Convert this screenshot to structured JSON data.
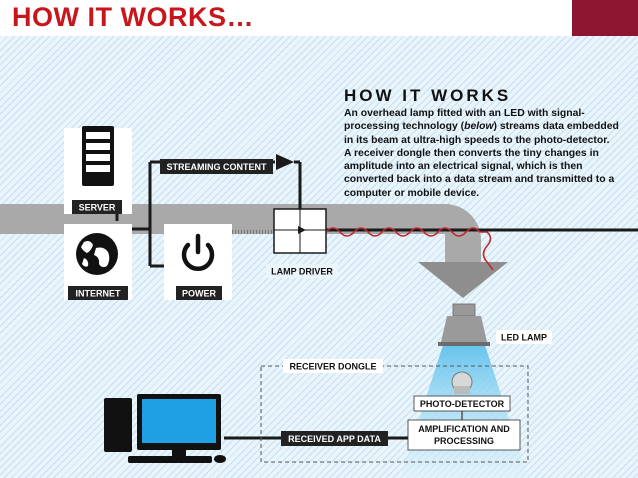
{
  "slide": {
    "title": "HOW IT WORKS…",
    "accent_color": "#c8161d",
    "corner_color": "#8c1530"
  },
  "infographic": {
    "heading": "HOW IT WORKS",
    "description_before": "An overhead lamp fitted with an LED with signal-processing technology (",
    "description_emphasis": "below",
    "description_after": ") streams data embedded in its beam at ultra-high speeds to the photo-detector. A receiver dongle then converts the tiny changes in amplitude into an electrical signal, which is then converted back into a data stream and transmitted to a computer or mobile device.",
    "labels": {
      "server": "SERVER",
      "internet": "INTERNET",
      "power": "POWER",
      "streaming_content": "STREAMING CONTENT",
      "lamp_driver": "LAMP DRIVER",
      "led_lamp": "LED LAMP",
      "receiver_dongle": "RECEIVER DONGLE",
      "photo_detector": "PHOTO-DETECTOR",
      "amplification_line1": "AMPLIFICATION AND",
      "amplification_line2": "PROCESSING",
      "received_app_data": "RECEIVED APP DATA"
    },
    "icons": {
      "server": "server-tower-icon",
      "internet": "globe-icon",
      "power": "power-icon",
      "lamp": "led-lamp-icon",
      "computer": "desktop-computer-icon"
    },
    "colors": {
      "background": "#e9f4fb",
      "pipe": "#a9a9a9",
      "light_beam": "#6cc7ee",
      "signal_wire": "#c0282e",
      "monitor_screen": "#1f9fe4"
    }
  }
}
